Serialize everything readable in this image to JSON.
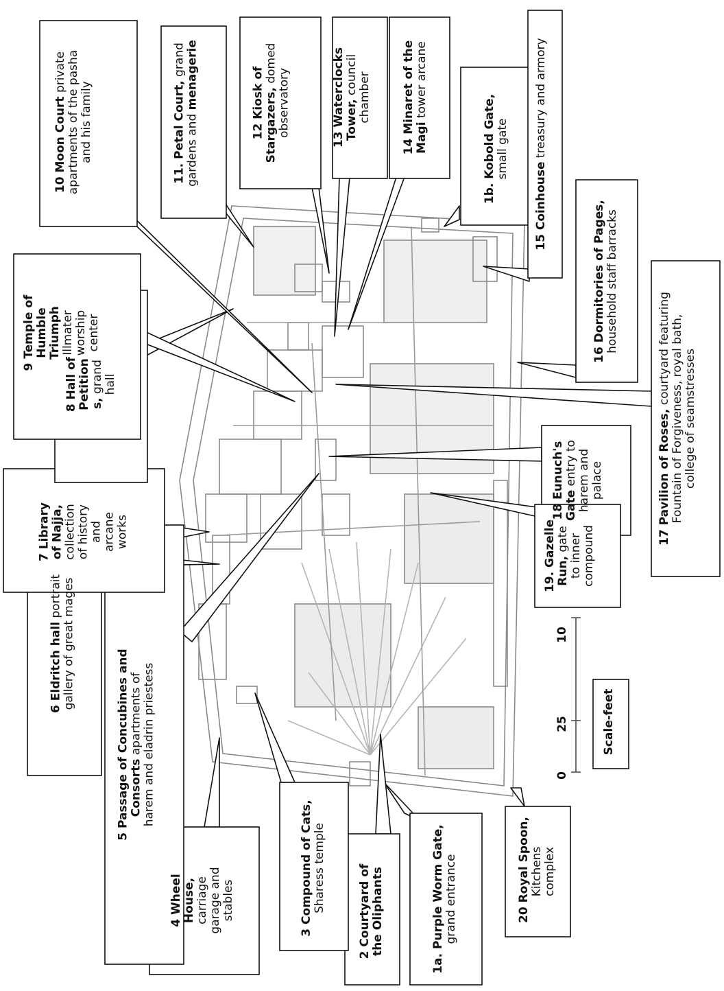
{
  "map": {
    "labels": {
      "l1a": {
        "bold": "1a. Purple Worm Gate,",
        "rest": "grand entrance"
      },
      "l1b": {
        "bold": "1b. Kobold Gate,",
        "rest": "small gate"
      },
      "l2": {
        "bold": "2 Courtyard of",
        "rest": "the Oliphants"
      },
      "l3": {
        "bold": "3 Compound of Cats,",
        "rest": "Sharess temple"
      },
      "l4": {
        "bold": "4 Wheel",
        "line2": "House,",
        "rest": "carriage",
        "rest2": "garage and",
        "rest3": "stables"
      },
      "l5": {
        "bold": "5 Passage of Concubines and",
        "line2": "Consorts",
        "rest": "apartments of",
        "rest2": "harem and eladrin priestess"
      },
      "l6": {
        "bold": "6 Eldritch hall",
        "rest": "portrait",
        "rest2": "gallery of great mages"
      },
      "l7": {
        "bold": "7 Library",
        "line2": "of Najja,",
        "rest": "collection",
        "rest2": "of history",
        "rest3": "and",
        "rest4": "arcane",
        "rest5": "works"
      },
      "l8": {
        "bold": "8 Hall of",
        "line2": "Petition",
        "line3": "s,",
        "rest": "grand",
        "rest2": "hall"
      },
      "l9": {
        "bold": "9 Temple of",
        "line2": "Humble",
        "line3": "Triumph",
        "rest": "Illmater",
        "rest2": "worship",
        "rest3": "center"
      },
      "l10": {
        "bold": "10 Moon Court",
        "rest": "private",
        "rest2": "apartments of the pasha",
        "rest3": "and his family"
      },
      "l11": {
        "bold": "11. Petal Court,",
        "rest": "grand",
        "rest2": "gardens and",
        "bold2": "menagerie"
      },
      "l12": {
        "bold": "12 Kiosk of",
        "line2": "Stargazers,",
        "rest": "domed",
        "rest2": "observatory"
      },
      "l13": {
        "bold": "13 Waterclocks",
        "line2": "Tower,",
        "rest": "council",
        "rest2": "chamber"
      },
      "l14": {
        "bold": "14 Minaret of the",
        "line2": "Magi",
        "rest": "tower arcane"
      },
      "l15": {
        "bold": "15 Coinhouse",
        "rest": "treasury and armory"
      },
      "l16": {
        "bold": "16 Dormitories of Pages,",
        "rest": "household staff barracks"
      },
      "l17": {
        "bold": "17 Pavilion of Roses,",
        "rest": "courtyard featuring",
        "rest2": "Fountain of Forgiveness, royal bath,",
        "rest3": "college of seamstresses"
      },
      "l18": {
        "bold": "18 Eunuch's",
        "line2": "Gate",
        "rest": "entry to",
        "rest2": "harem and",
        "rest3": "palace"
      },
      "l19": {
        "bold": "19. Gazelle",
        "line2": "Run,",
        "rest": "gate",
        "rest2": "to inner",
        "rest3": "compound"
      },
      "l20": {
        "bold": "20 Royal Spoon,",
        "rest": "Kitchens",
        "rest2": "complex"
      }
    },
    "scale": {
      "title": "Scale-feet",
      "ticks": [
        "0",
        "25",
        "10"
      ]
    },
    "colors": {
      "ink": "#111111",
      "pencil": "#8a8a8a",
      "shade": "#d9d9d9",
      "paper": "#ffffff"
    }
  }
}
